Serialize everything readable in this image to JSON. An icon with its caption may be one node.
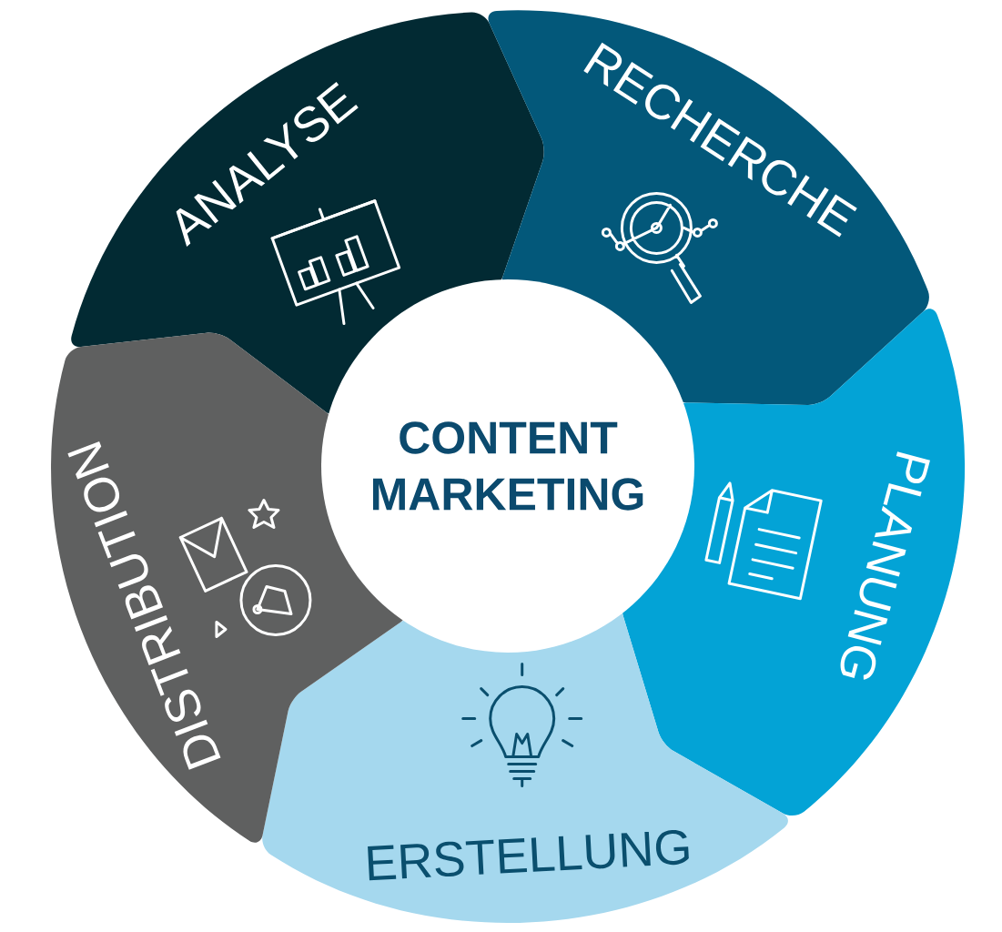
{
  "diagram": {
    "nodes": [
      {
        "text": [
          "CONTENT MARKETING"
        ]
      },
      {
        "text": [
          "ANALYSE"
        ]
      },
      {
        "text": [
          "RECHERCHE"
        ]
      },
      {
        "text": [
          "PLANUNG"
        ]
      },
      {
        "text": [
          "ERSTELLUNG"
        ]
      },
      {
        "text": [
          "DISTRIBUTION"
        ]
      }
    ]
  }
}
